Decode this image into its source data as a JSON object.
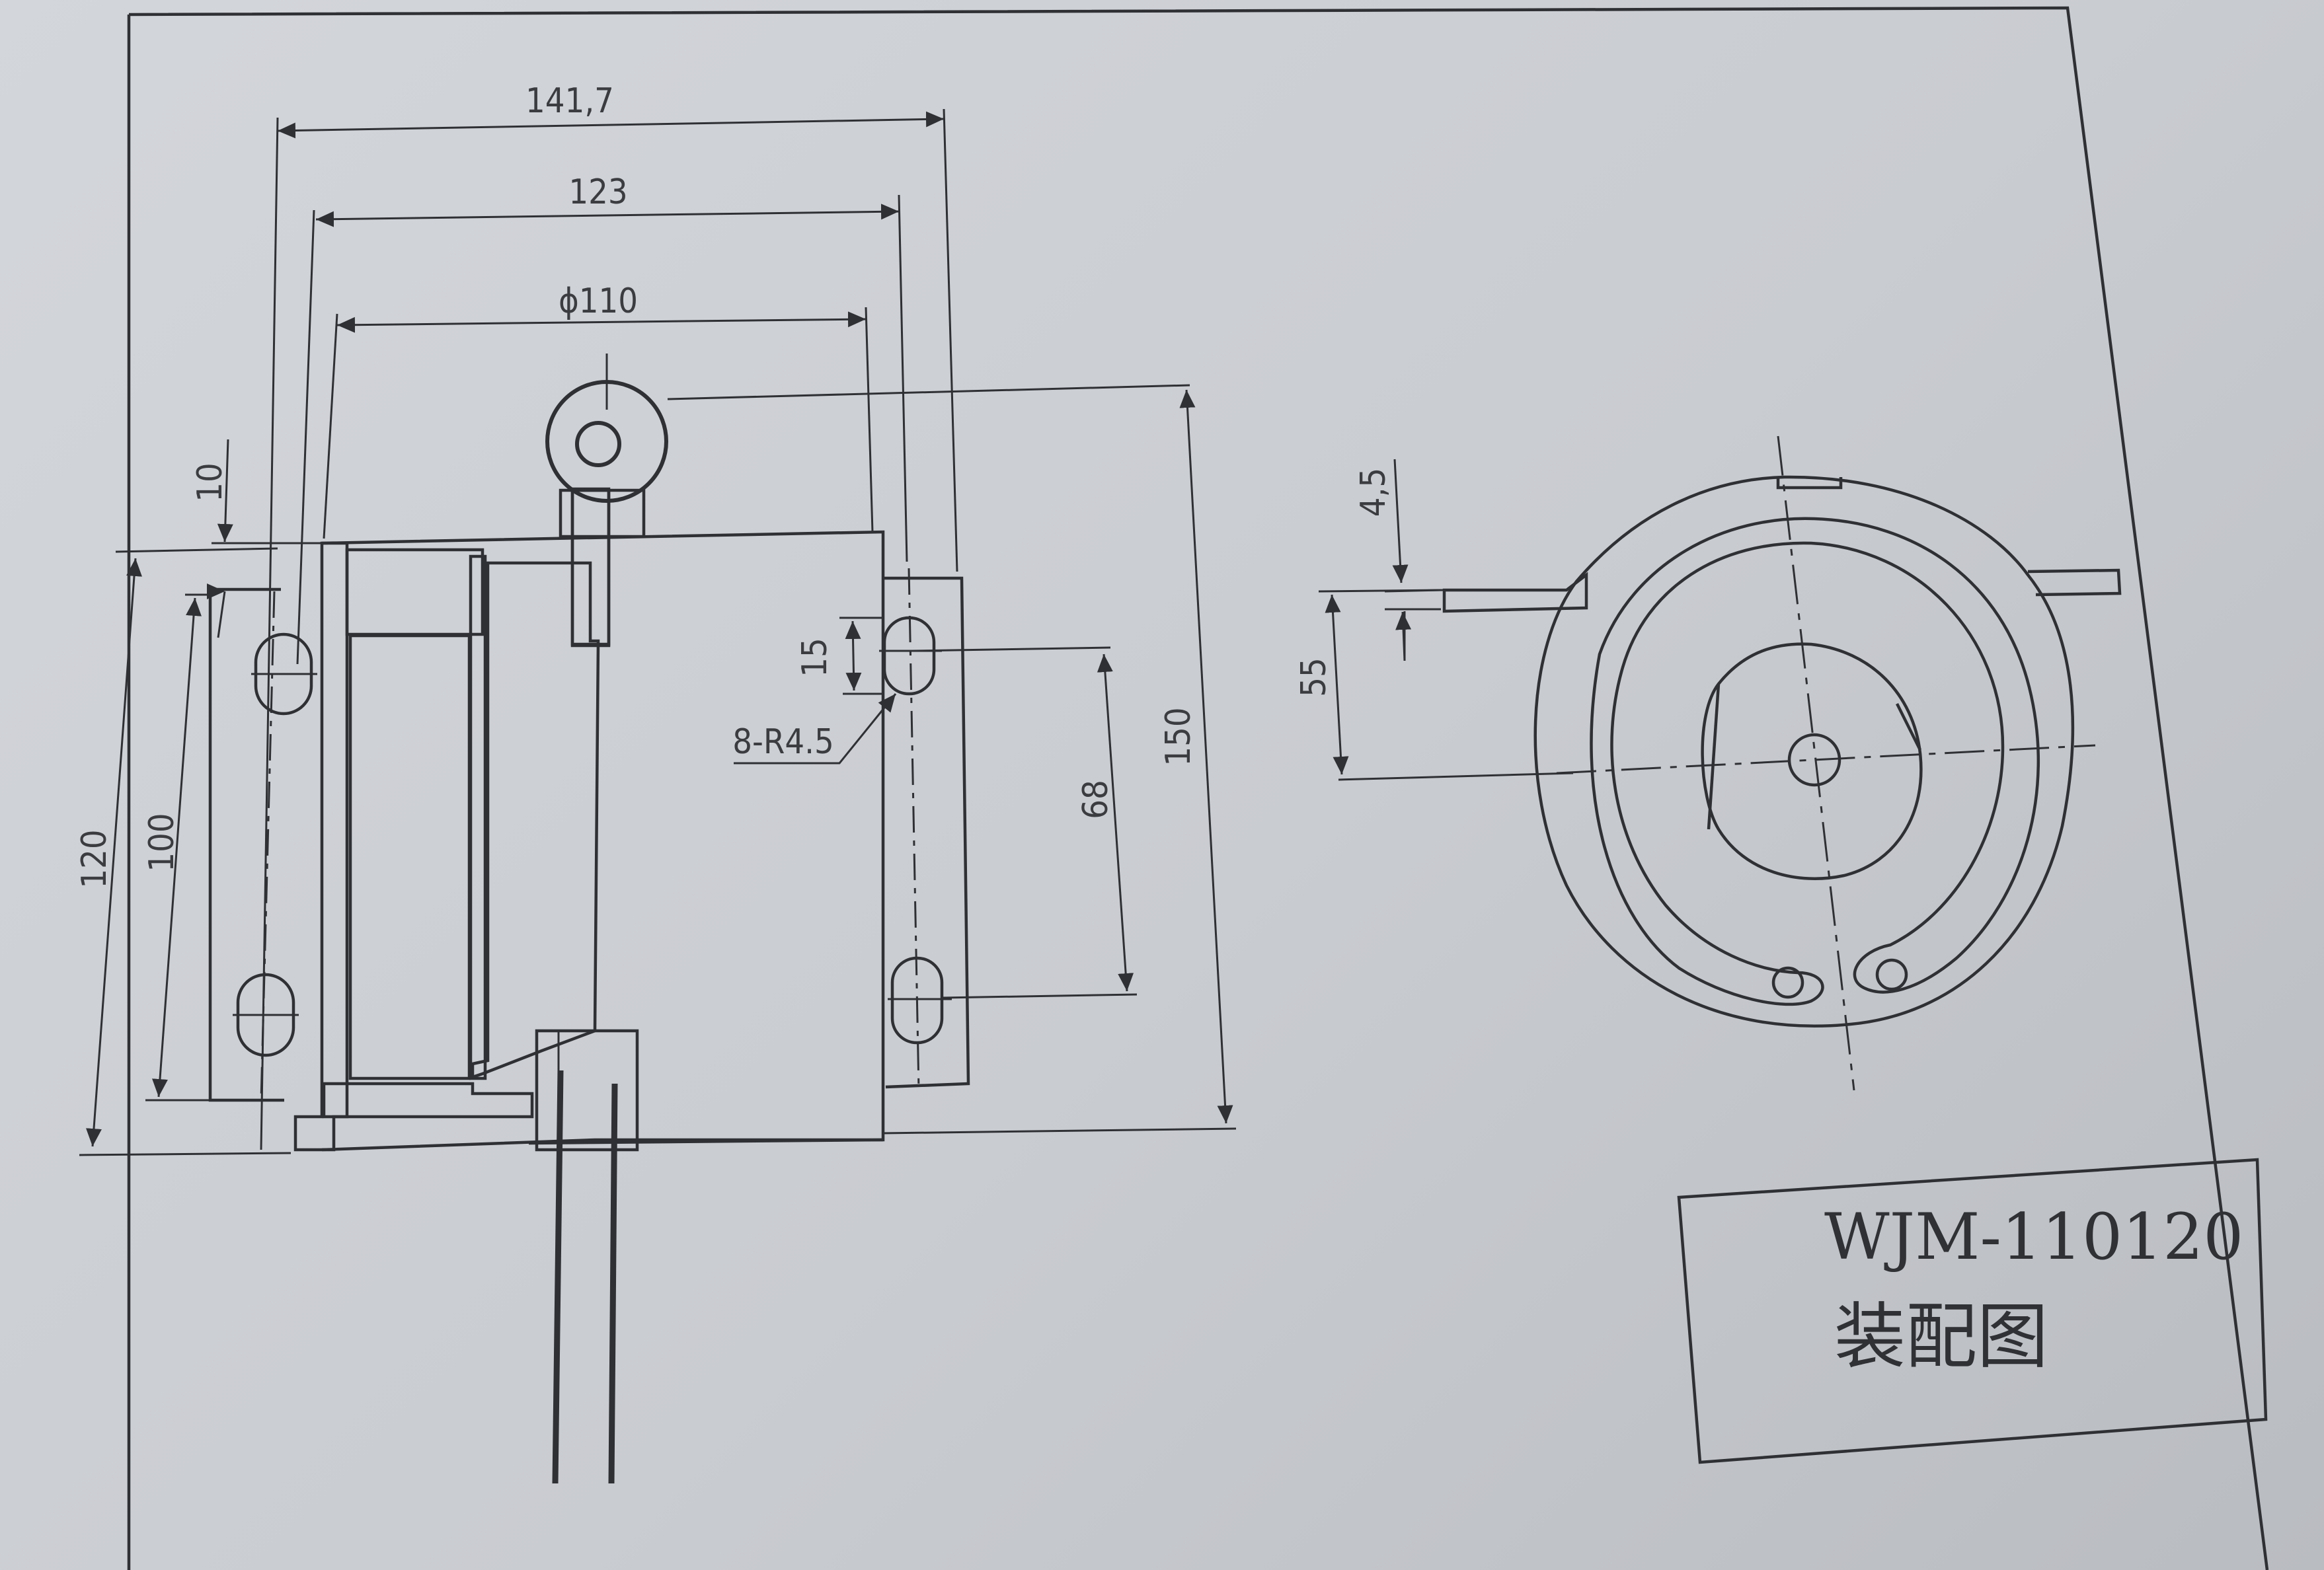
{
  "drawing": {
    "dimensions": {
      "overall_width": "141,7",
      "flange_width": "123",
      "diameter": "ϕ110",
      "height_120": "120",
      "height_100": "100",
      "offset_10": "10",
      "slot_15": "15",
      "holes": "8-R4.5",
      "spacing_68": "68",
      "total_150": "150",
      "offset_55": "55",
      "thickness_4_5": "4,5"
    },
    "title_block": {
      "model": "WJM-110120",
      "caption": "装配图"
    }
  }
}
